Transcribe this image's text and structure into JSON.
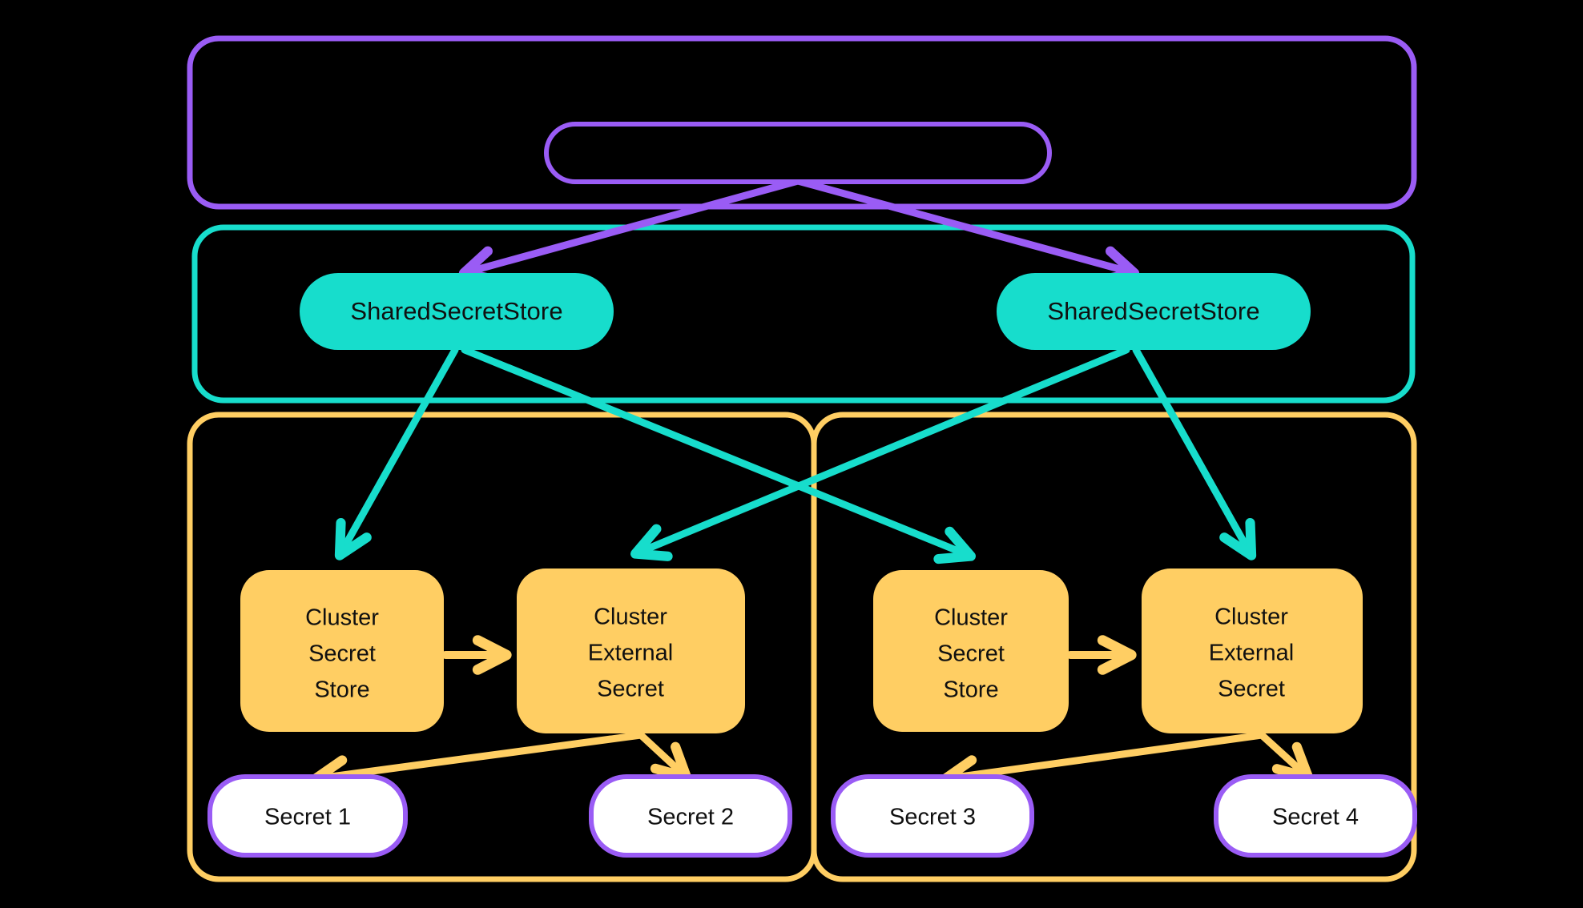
{
  "diagram": {
    "background_color": "#000000",
    "palette": {
      "purple": "#9A5CF5",
      "teal": "#17DDCC",
      "yellow": "#FFCE63",
      "white": "#FFFFFF",
      "text": "#101010"
    },
    "containers": [
      {
        "id": "purple-container",
        "label": "",
        "stroke": "#9A5CF5",
        "fill": "none"
      },
      {
        "id": "teal-container",
        "label": "",
        "stroke": "#17DDCC",
        "fill": "none"
      },
      {
        "id": "yellow-container-left",
        "label": "",
        "stroke": "#FFCE63",
        "fill": "none"
      },
      {
        "id": "yellow-container-right",
        "label": "",
        "stroke": "#FFCE63",
        "fill": "none"
      }
    ],
    "nodes": {
      "root_pill": {
        "label": "",
        "stroke": "#9A5CF5",
        "fill": "none"
      },
      "shared_secret_store_left": {
        "label": "SharedSecretStore",
        "fill": "#17DDCC"
      },
      "shared_secret_store_right": {
        "label": "SharedSecretStore",
        "fill": "#17DDCC"
      },
      "cluster_secret_store_left": {
        "lines": [
          "Cluster",
          "Secret",
          "Store"
        ],
        "line1": "Cluster",
        "line2": "Secret",
        "line3": "Store",
        "fill": "#FFCE63"
      },
      "cluster_external_secret_left": {
        "lines": [
          "Cluster",
          "External",
          "Secret"
        ],
        "line1": "Cluster",
        "line2": "External",
        "line3": "Secret",
        "fill": "#FFCE63"
      },
      "cluster_secret_store_right": {
        "lines": [
          "Cluster",
          "Secret",
          "Store"
        ],
        "line1": "Cluster",
        "line2": "Secret",
        "line3": "Store",
        "fill": "#FFCE63"
      },
      "cluster_external_secret_right": {
        "lines": [
          "Cluster",
          "External",
          "Secret"
        ],
        "line1": "Cluster",
        "line2": "External",
        "line3": "Secret",
        "fill": "#FFCE63"
      },
      "secret_1": {
        "label": "Secret 1",
        "fill": "#FFFFFF",
        "stroke": "#9A5CF5"
      },
      "secret_2": {
        "label": "Secret 2",
        "fill": "#FFFFFF",
        "stroke": "#9A5CF5"
      },
      "secret_3": {
        "label": "Secret 3",
        "fill": "#FFFFFF",
        "stroke": "#9A5CF5"
      },
      "secret_4": {
        "label": "Secret 4",
        "fill": "#FFFFFF",
        "stroke": "#9A5CF5"
      }
    },
    "edges": [
      {
        "id": "root-to-shared-left",
        "from": "root_pill",
        "to": "shared_secret_store_left",
        "color": "#9A5CF5"
      },
      {
        "id": "root-to-shared-right",
        "from": "root_pill",
        "to": "shared_secret_store_right",
        "color": "#9A5CF5"
      },
      {
        "id": "shared-left-to-css-left",
        "from": "shared_secret_store_left",
        "to": "cluster_secret_store_left",
        "color": "#17DDCC"
      },
      {
        "id": "shared-left-to-css-right",
        "from": "shared_secret_store_left",
        "to": "cluster_secret_store_right",
        "color": "#17DDCC"
      },
      {
        "id": "shared-right-to-ces-left",
        "from": "shared_secret_store_right",
        "to": "cluster_external_secret_left",
        "color": "#17DDCC"
      },
      {
        "id": "shared-right-to-ces-right",
        "from": "shared_secret_store_right",
        "to": "cluster_external_secret_right",
        "color": "#17DDCC"
      },
      {
        "id": "css-left-to-ces-left",
        "from": "cluster_secret_store_left",
        "to": "cluster_external_secret_left",
        "color": "#FFCE63"
      },
      {
        "id": "css-right-to-ces-right",
        "from": "cluster_secret_store_right",
        "to": "cluster_external_secret_right",
        "color": "#FFCE63"
      },
      {
        "id": "ces-left-to-secret-1",
        "from": "cluster_external_secret_left",
        "to": "secret_1",
        "color": "#FFCE63"
      },
      {
        "id": "ces-left-to-secret-2",
        "from": "cluster_external_secret_left",
        "to": "secret_2",
        "color": "#FFCE63"
      },
      {
        "id": "ces-right-to-secret-3",
        "from": "cluster_external_secret_right",
        "to": "secret_3",
        "color": "#FFCE63"
      },
      {
        "id": "ces-right-to-secret-4",
        "from": "cluster_external_secret_right",
        "to": "secret_4",
        "color": "#FFCE63"
      }
    ]
  }
}
